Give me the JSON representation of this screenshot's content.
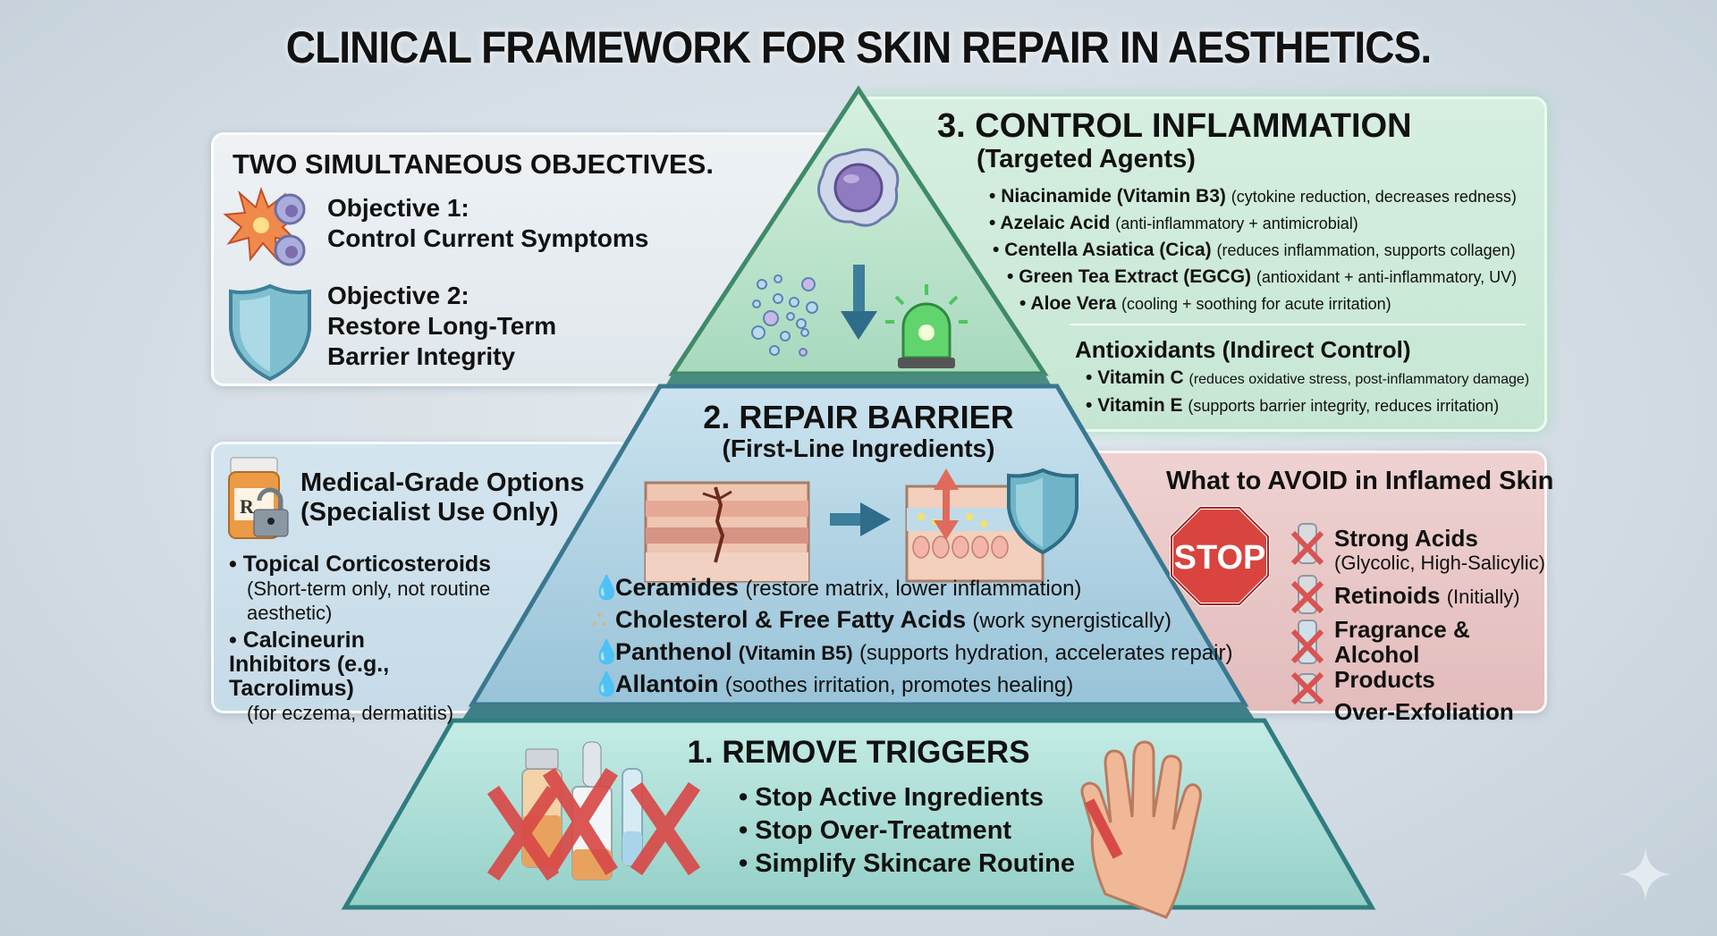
{
  "title": "CLINICAL FRAMEWORK FOR SKIN REPAIR IN AESTHETICS.",
  "objectives": {
    "heading": "TWO SIMULTANEOUS OBJECTIVES.",
    "items": [
      {
        "icon": "inflammation-burst-icon",
        "line1": "Objective 1:",
        "line2": "Control Current Symptoms",
        "line3": ""
      },
      {
        "icon": "shield-icon",
        "line1": "Objective 2:",
        "line2": "Restore Long-Term",
        "line3": "Barrier Integrity"
      }
    ]
  },
  "control_inflammation": {
    "tier": 3,
    "heading": "3. CONTROL INFLAMMATION",
    "subheading": "(Targeted Agents)",
    "agents": [
      {
        "name": "Niacinamide (Vitamin B3)",
        "note": "(cytokine reduction, decreases redness)"
      },
      {
        "name": "Azelaic Acid",
        "note": "(anti-inflammatory + antimicrobial)"
      },
      {
        "name": "Centella Asiatica (Cica)",
        "note": "(reduces inflammation, supports collagen)"
      },
      {
        "name": "Green Tea Extract (EGCG)",
        "note": "(antioxidant + anti-inflammatory, UV)"
      },
      {
        "name": "Aloe Vera",
        "note": "(cooling + soothing for acute irritation)"
      }
    ],
    "antioxidants": {
      "heading": "Antioxidants (Indirect Control)",
      "items": [
        {
          "name": "Vitamin C",
          "note": "(reduces oxidative stress, post-inflammatory damage)"
        },
        {
          "name": "Vitamin E",
          "note": "(supports barrier integrity, reduces irritation)"
        }
      ]
    },
    "icons": [
      "immune-cell-icon",
      "cytokine-particles-icon",
      "down-arrow-icon",
      "green-alarm-light-icon"
    ]
  },
  "medical_grade": {
    "heading_line1": "Medical-Grade Options",
    "heading_line2": "(Specialist Use Only)",
    "icon": "rx-bottle-lock-icon",
    "items": [
      {
        "name": "Topical Corticosteroids",
        "note": "(Short-term only, not routine aesthetic)"
      },
      {
        "name": "Calcineurin Inhibitors (e.g., Tacrolimus)",
        "note": "(for eczema, dermatitis)"
      }
    ]
  },
  "repair_barrier": {
    "tier": 2,
    "heading": "2. REPAIR BARRIER",
    "subheading": "(First-Line Ingredients)",
    "ingredients": [
      {
        "icon": "water-drop-icon",
        "name": "Ceramides",
        "note": "(restore matrix, lower inflammation)"
      },
      {
        "icon": "lipid-dots-icon",
        "name": "Cholesterol & Free Fatty Acids",
        "note": "(work synergistically)"
      },
      {
        "icon": "amber-drop-icon",
        "name": "Panthenol",
        "name_extra": "(Vitamin B5)",
        "note": "(supports hydration, accelerates repair)"
      },
      {
        "icon": "blue-drop-icon",
        "name": "Allantoin",
        "note": "(soothes irritation, promotes healing)"
      }
    ]
  },
  "avoid": {
    "heading": "What to AVOID in Inflamed Skin",
    "stop_label": "STOP",
    "items": [
      {
        "name": "Strong Acids",
        "note": "(Glycolic, High-Salicylic)"
      },
      {
        "name": "Retinoids",
        "note": "(Initially)"
      },
      {
        "name": "Fragrance & Alcohol Products",
        "note": ""
      },
      {
        "name": "Over-Exfoliation",
        "note": ""
      }
    ]
  },
  "remove_triggers": {
    "tier": 1,
    "heading": "1. REMOVE TRIGGERS",
    "items": [
      "Stop Active Ingredients",
      "Stop Over-Treatment",
      "Simplify Skincare Routine"
    ]
  },
  "colors": {
    "tier3_green": "#b9e3c8",
    "tier2_blue": "#a9cfe0",
    "tier1_teal": "#a6d9d3",
    "avoid_red": "#d9534f",
    "edge_dark": "#3d7f8a"
  }
}
